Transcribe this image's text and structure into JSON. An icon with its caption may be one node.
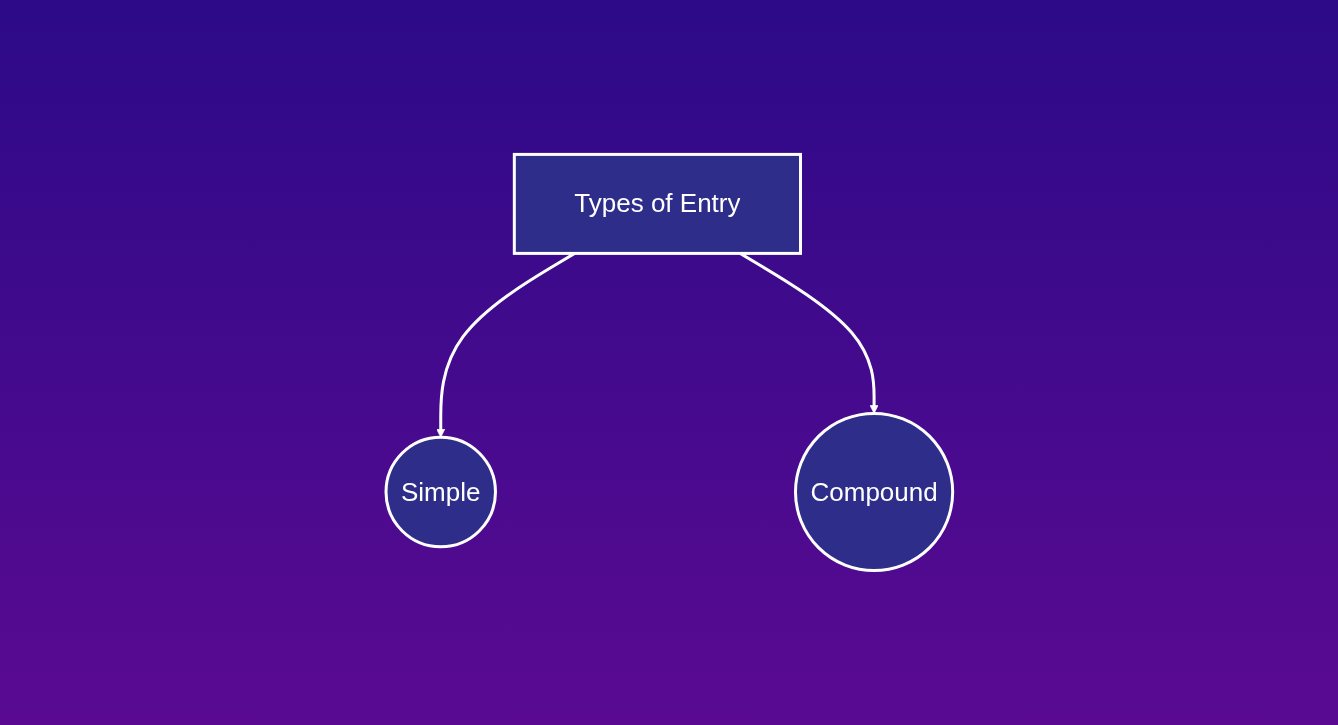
{
  "diagram": {
    "nodes": [
      {
        "text": [
          "Types of Entry"
        ]
      },
      {
        "text": [
          "Simple"
        ]
      },
      {
        "text": [
          "Compound"
        ]
      }
    ],
    "edges": [
      {
        "from": 0,
        "to": 1,
        "arrow": "to"
      },
      {
        "from": 0,
        "to": 2,
        "arrow": "to"
      }
    ]
  }
}
